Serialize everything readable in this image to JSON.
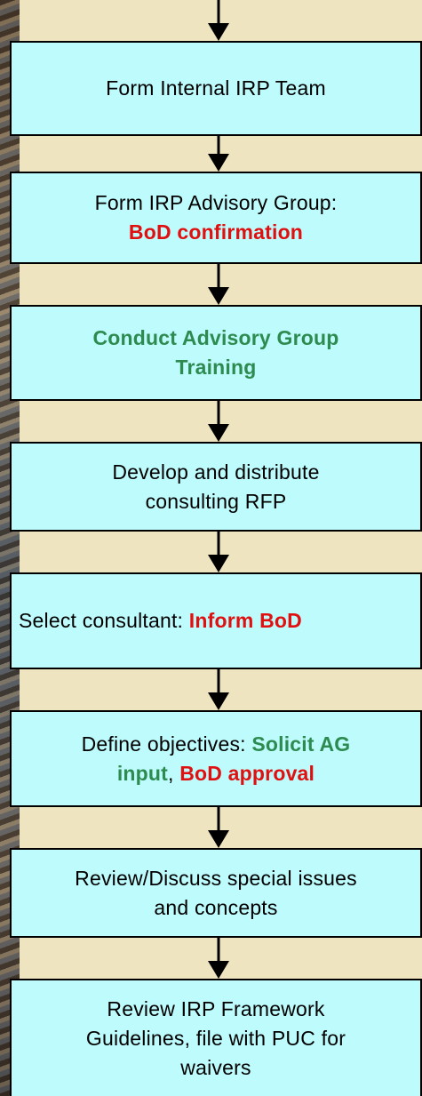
{
  "steps": [
    {
      "line1": "Form Internal IRP Team"
    },
    {
      "line1": "Form IRP Advisory Group:",
      "line2_red": "BoD confirmation"
    },
    {
      "line1_green": "Conduct Advisory Group",
      "line2_green": "Training"
    },
    {
      "line1": "Develop and distribute",
      "line2": "consulting RFP"
    },
    {
      "line1": "Select consultant: ",
      "line1_red": "Inform BoD"
    },
    {
      "line1": "Define objectives: ",
      "line1_green": "Solicit AG",
      "line2_green": "input",
      "line2_sep": ", ",
      "line2_red": "BoD approval"
    },
    {
      "line1": "Review/Discuss special issues",
      "line2": "and concepts"
    },
    {
      "line1": "Review IRP Framework",
      "line2": "Guidelines, file with PUC for",
      "line3": "waivers"
    }
  ],
  "colors": {
    "box": "#bdfbfd",
    "emphasis_red": "#e01010",
    "emphasis_green": "#2e8b50",
    "panel": "#eee4bf"
  }
}
